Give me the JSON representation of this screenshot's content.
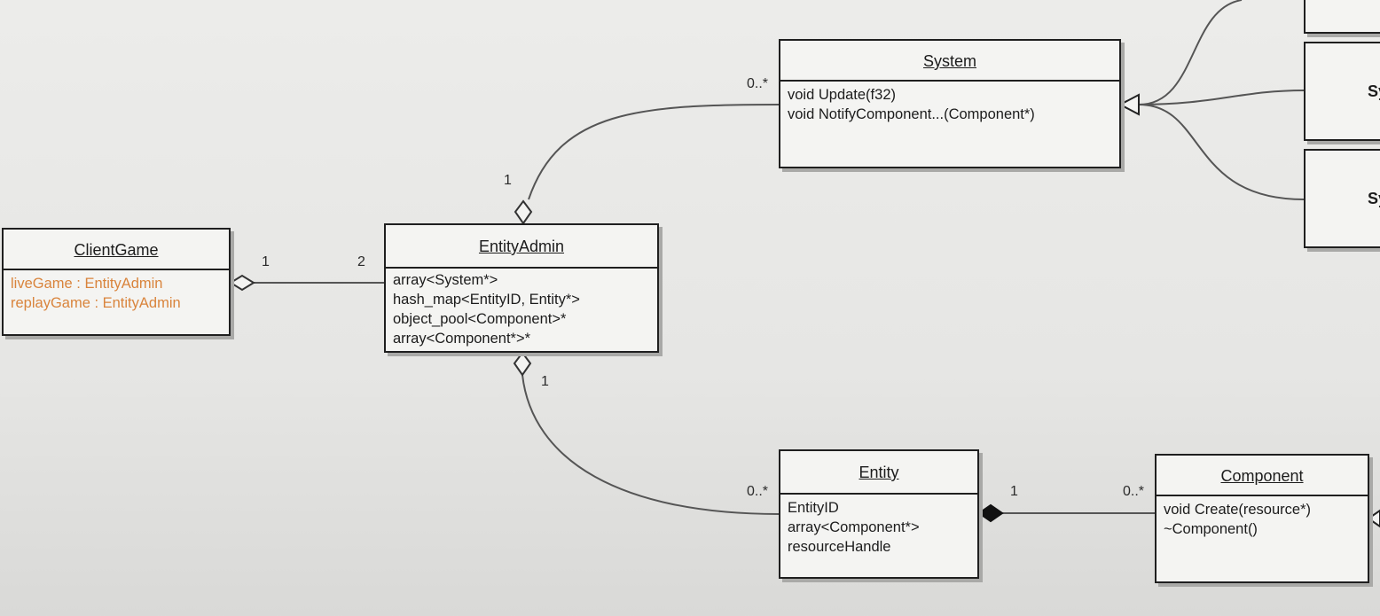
{
  "classes": {
    "system": {
      "name": "System",
      "members": [
        "void Update(f32)",
        "void NotifyComponent...(Component*)"
      ]
    },
    "client_game": {
      "name": "ClientGame",
      "members": [
        "liveGame : EntityAdmin",
        "replayGame : EntityAdmin"
      ]
    },
    "entity_admin": {
      "name": "EntityAdmin",
      "members": [
        "array<System*>",
        "hash_map<EntityID, Entity*>",
        "object_pool<Component>*",
        "array<Component*>*"
      ]
    },
    "entity": {
      "name": "Entity",
      "members": [
        "EntityID",
        "array<Component*>",
        "resourceHandle"
      ]
    },
    "component": {
      "name": "Component",
      "members": [
        "void Create(resource*)",
        "~Component()"
      ]
    },
    "partial_right": {
      "label_1": "Sy",
      "label_2": "Sy"
    }
  },
  "multiplicities": {
    "system_admin_system_end": "0..*",
    "system_admin_admin_end": "1",
    "client_admin_client_end": "1",
    "client_admin_admin_end": "2",
    "admin_entity_admin_end": "1",
    "admin_entity_entity_end": "0..*",
    "entity_component_entity_end": "1",
    "entity_component_component_end": "0..*"
  },
  "colors": {
    "attribute_accent": "#d9843c",
    "line": "#555555"
  }
}
